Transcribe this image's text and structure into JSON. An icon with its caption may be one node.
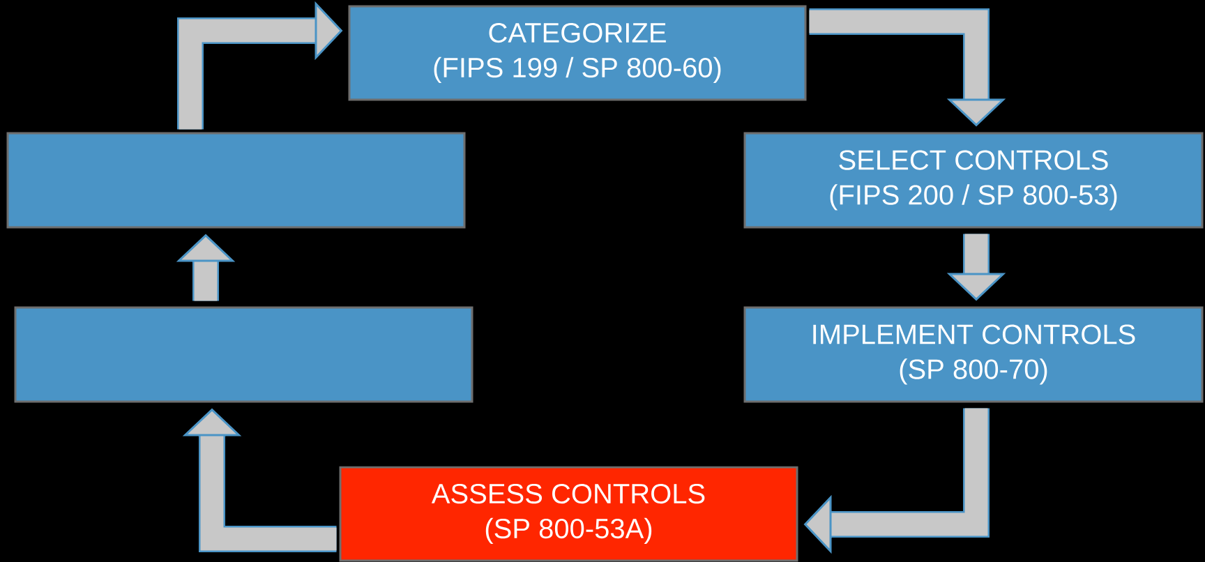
{
  "diagram": {
    "nodes": [
      {
        "text": [
          "CATEGORIZE",
          "(FIPS 199 / SP 800-60)"
        ]
      },
      {
        "text": [],
        "shape": "box"
      },
      {
        "text": [
          "SELECT CONTROLS",
          "(FIPS 200 / SP 800-53)"
        ]
      },
      {
        "text": [],
        "shape": "box"
      },
      {
        "text": [
          "IMPLEMENT CONTROLS",
          "(SP 800-70)"
        ]
      },
      {
        "text": [
          "ASSESS CONTROLS",
          "(SP 800-53A)"
        ]
      }
    ],
    "edges": [
      {
        "from": 1,
        "to": 0,
        "arrow": "to"
      },
      {
        "from": 0,
        "to": 2,
        "arrow": "to"
      },
      {
        "from": 2,
        "to": 4,
        "arrow": "to"
      },
      {
        "from": 4,
        "to": 5,
        "arrow": "to"
      },
      {
        "from": 5,
        "to": 3,
        "arrow": "to"
      },
      {
        "from": 3,
        "to": 1,
        "arrow": "to"
      }
    ]
  }
}
